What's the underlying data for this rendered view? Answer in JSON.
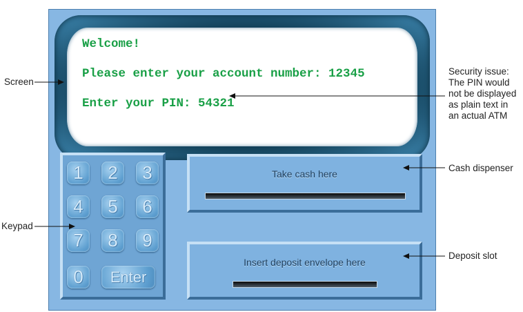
{
  "screen": {
    "line1": "Welcome!",
    "line2": "Please enter your account number: 12345",
    "line3": "Enter your PIN: 54321"
  },
  "keypad": {
    "keys": [
      "1",
      "2",
      "3",
      "4",
      "5",
      "6",
      "7",
      "8",
      "9",
      "0",
      "Enter"
    ]
  },
  "cash_dispenser": {
    "label": "Take cash here"
  },
  "deposit_slot": {
    "label": "Insert deposit envelope here"
  },
  "callouts": {
    "screen": "Screen",
    "keypad": "Keypad",
    "security_1": "Security issue:",
    "security_2": "The PIN would",
    "security_3": "not be displayed",
    "security_4": "as plain text in",
    "security_5": "an actual ATM",
    "cash_dispenser": "Cash dispenser",
    "deposit_slot": "Deposit slot"
  }
}
